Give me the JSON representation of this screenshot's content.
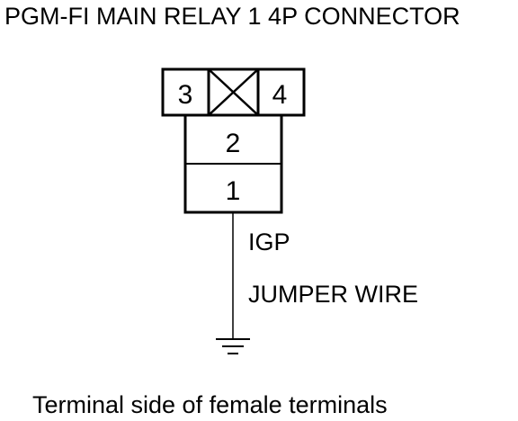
{
  "title": "PGM-FI MAIN RELAY 1 4P CONNECTOR",
  "caption": "Terminal side of female terminals",
  "connector": {
    "terminals": {
      "t3": "3",
      "t4": "4",
      "t2": "2",
      "t1": "1"
    },
    "blank_cavity_icon": "x-mark-icon"
  },
  "wire": {
    "label": "IGP",
    "note": "JUMPER WIRE"
  },
  "ground_icon": "ground-symbol-icon"
}
